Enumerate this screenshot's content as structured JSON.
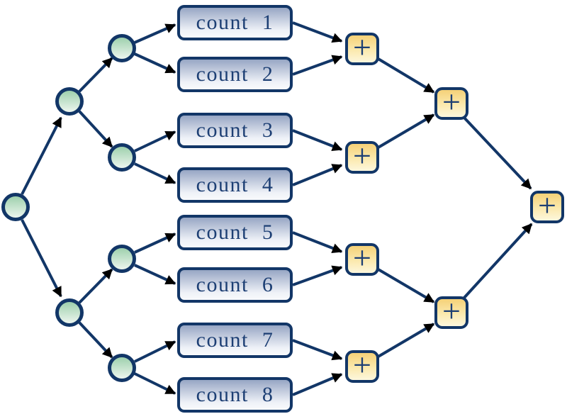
{
  "diagram": {
    "tasks": [
      "count 1",
      "count 2",
      "count 3",
      "count 4",
      "count 5",
      "count 6",
      "count 7",
      "count 8"
    ],
    "plus_label": "+",
    "nodes": {
      "forks": [
        "fork-root",
        "fork-a",
        "fork-b",
        "fork-a1",
        "fork-a2",
        "fork-b1",
        "fork-b2"
      ],
      "combines": [
        "add-12",
        "add-34",
        "add-56",
        "add-78",
        "add-1234",
        "add-5678",
        "add-final"
      ]
    },
    "edges": [
      [
        "fork-root",
        "fork-a"
      ],
      [
        "fork-root",
        "fork-b"
      ],
      [
        "fork-a",
        "fork-a1"
      ],
      [
        "fork-a",
        "fork-a2"
      ],
      [
        "fork-b",
        "fork-b1"
      ],
      [
        "fork-b",
        "fork-b2"
      ],
      [
        "fork-a1",
        "count 1"
      ],
      [
        "fork-a1",
        "count 2"
      ],
      [
        "fork-a2",
        "count 3"
      ],
      [
        "fork-a2",
        "count 4"
      ],
      [
        "fork-b1",
        "count 5"
      ],
      [
        "fork-b1",
        "count 6"
      ],
      [
        "fork-b2",
        "count 7"
      ],
      [
        "fork-b2",
        "count 8"
      ],
      [
        "count 1",
        "add-12"
      ],
      [
        "count 2",
        "add-12"
      ],
      [
        "count 3",
        "add-34"
      ],
      [
        "count 4",
        "add-34"
      ],
      [
        "count 5",
        "add-56"
      ],
      [
        "count 6",
        "add-56"
      ],
      [
        "count 7",
        "add-78"
      ],
      [
        "count 8",
        "add-78"
      ],
      [
        "add-12",
        "add-1234"
      ],
      [
        "add-34",
        "add-1234"
      ],
      [
        "add-56",
        "add-5678"
      ],
      [
        "add-78",
        "add-5678"
      ],
      [
        "add-1234",
        "add-final"
      ],
      [
        "add-5678",
        "add-final"
      ]
    ],
    "colors": {
      "edge_line": "#123667",
      "arrowhead": "#000000",
      "node_border": "#123667",
      "task_fill_top": "#97a6c4",
      "task_fill_bottom": "#f8fafc",
      "fork_fill_top": "#9ed0ad",
      "fork_fill_bottom": "#edf6ef",
      "combine_fill_top": "#f5d178",
      "combine_fill_bottom": "#fdf7dd",
      "text": "#1d3f74"
    }
  }
}
